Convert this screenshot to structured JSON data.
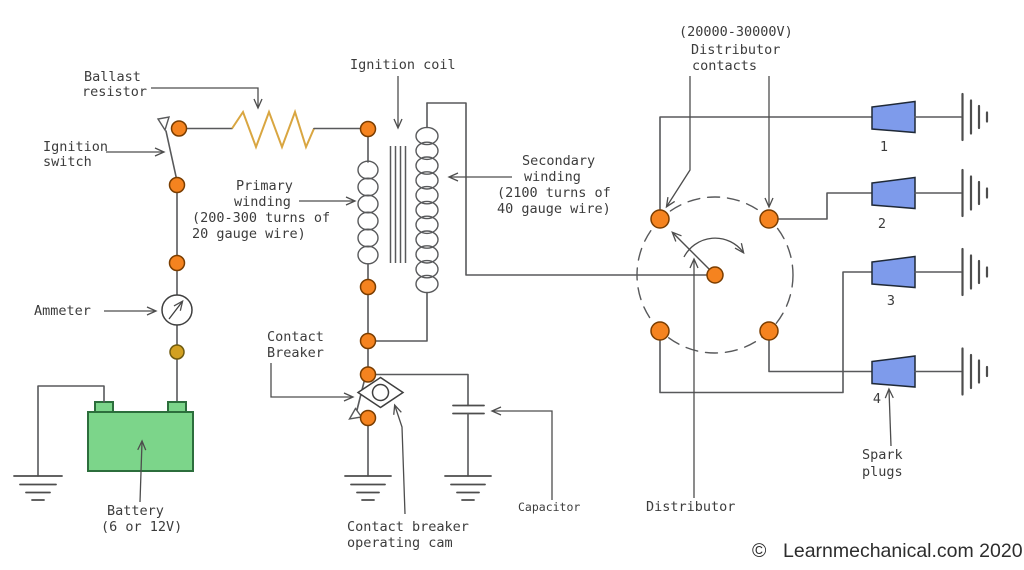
{
  "labels": {
    "ballast_resistor": {
      "lines": [
        "Ballast",
        "resistor"
      ]
    },
    "ignition_switch": {
      "lines": [
        "Ignition",
        "switch"
      ]
    },
    "ammeter": {
      "lines": [
        "Ammeter"
      ]
    },
    "battery": {
      "lines": [
        "Battery",
        "(6 or 12V)"
      ]
    },
    "ignition_coil": {
      "lines": [
        "Ignition coil"
      ]
    },
    "primary_winding": {
      "lines": [
        "Primary",
        "winding",
        "(200-300 turns of",
        "20 gauge wire)"
      ]
    },
    "secondary_winding": {
      "lines": [
        "Secondary",
        "winding",
        "(2100 turns of",
        "40 gauge wire)"
      ]
    },
    "contact_breaker": {
      "lines": [
        "Contact",
        "Breaker"
      ]
    },
    "contact_breaker_cam": {
      "lines": [
        "Contact breaker",
        "operating cam"
      ]
    },
    "capacitor": {
      "lines": [
        "Capacitor"
      ]
    },
    "distributor_contacts": {
      "lines": [
        "(20000-30000V)",
        "Distributor",
        "contacts"
      ]
    },
    "distributor": {
      "lines": [
        "Distributor"
      ]
    },
    "spark_plugs": {
      "lines": [
        "Spark",
        "plugs"
      ]
    }
  },
  "plugs": {
    "numbers": [
      "1",
      "2",
      "3",
      "4"
    ]
  },
  "footer": {
    "symbol": "©",
    "text": "Learnmechanical.com 2020"
  },
  "colors": {
    "wire": "#58595B",
    "junction_dot": "#F5831F",
    "gold_dot": "#D2A021",
    "ballast_resistor": "#D9A641",
    "battery_fill": "#7CD58A",
    "battery_stroke": "#2C6E3C",
    "spark_plug_fill": "#7E9BEB",
    "label_text": "#3C3C3C"
  }
}
